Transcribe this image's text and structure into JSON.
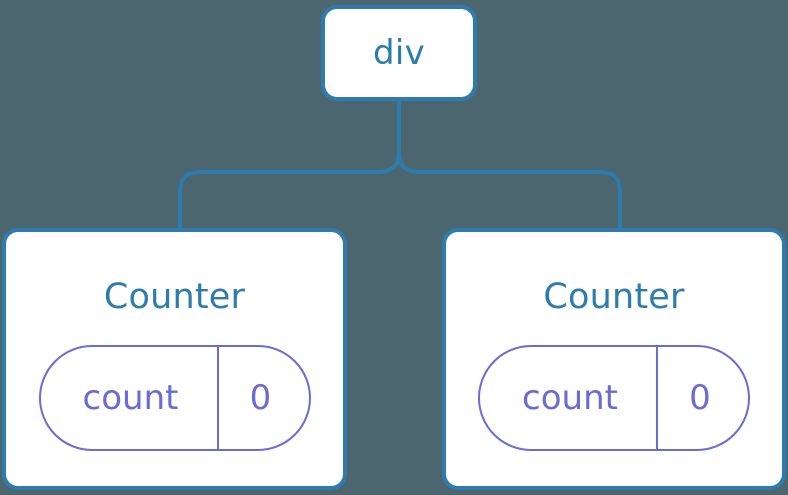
{
  "diagram": {
    "type": "component-tree",
    "background_color": "#4C6670",
    "node_border_color": "#2D7CAD",
    "node_fill_color": "#FFFFFF",
    "node_text_color": "#2D7CAD",
    "connector_color": "#2D7CAD",
    "state_pill_color": "#6B6BD6",
    "root": {
      "label": "div"
    },
    "children": [
      {
        "label": "Counter",
        "state": {
          "key": "count",
          "value": "0"
        }
      },
      {
        "label": "Counter",
        "state": {
          "key": "count",
          "value": "0"
        }
      }
    ]
  }
}
